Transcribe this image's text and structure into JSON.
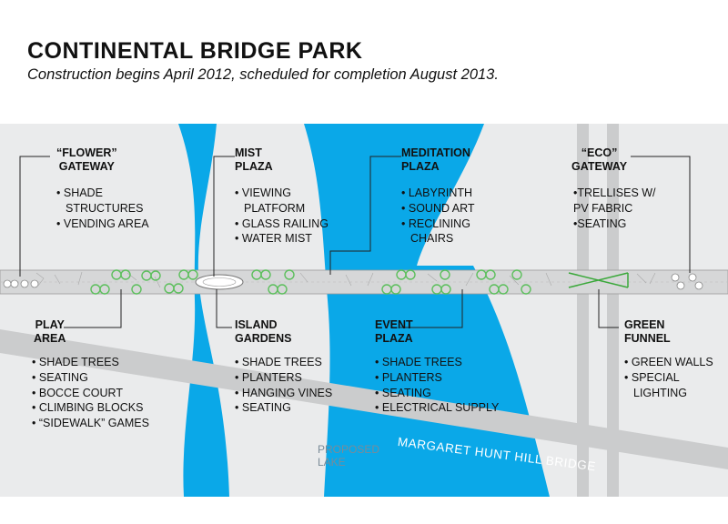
{
  "title": "CONTINENTAL BRIDGE PARK",
  "subtitle": "Construction begins April 2012, scheduled for completion August 2013.",
  "colors": {
    "water": "#0aa8e8",
    "panel": "#eaebec",
    "road": "#cbcccd",
    "tree_green": "#5cbf5c",
    "callout_line": "#222222"
  },
  "zones": {
    "flower_gateway": {
      "heading": "“FLOWER”\nGATEWAY",
      "items": [
        "SHADE STRUCTURES",
        "VENDING AREA"
      ]
    },
    "mist_plaza": {
      "heading": "MIST\nPLAZA",
      "items": [
        "VIEWING PLATFORM",
        "GLASS RAILING",
        "WATER MIST"
      ]
    },
    "meditation_plaza": {
      "heading": "MEDITATION\nPLAZA",
      "items": [
        "LABYRINTH",
        "SOUND ART",
        "RECLINING CHAIRS"
      ]
    },
    "eco_gateway": {
      "heading": "“ECO”\nGATEWAY",
      "items": [
        "TRELLISES W/ PV FABRIC",
        "SEATING"
      ]
    },
    "play_area": {
      "heading": "PLAY\nAREA",
      "items": [
        "SHADE TREES",
        "SEATING",
        "BOCCE COURT",
        "CLIMBING BLOCKS",
        "“SIDEWALK” GAMES"
      ]
    },
    "island_gardens": {
      "heading": "ISLAND\nGARDENS",
      "items": [
        "SHADE TREES",
        "PLANTERS",
        "HANGING VINES",
        "SEATING"
      ]
    },
    "event_plaza": {
      "heading": "EVENT\nPLAZA",
      "items": [
        "SHADE TREES",
        "PLANTERS",
        "SEATING",
        "ELECTRICAL SUPPLY"
      ]
    },
    "green_funnel": {
      "heading": "GREEN\nFUNNEL",
      "items": [
        "GREEN WALLS",
        "SPECIAL LIGHTING"
      ]
    }
  },
  "map_labels": {
    "bridge": "MARGARET HUNT HILL BRIDGE",
    "lake": "PROPOSED\nLAKE"
  }
}
